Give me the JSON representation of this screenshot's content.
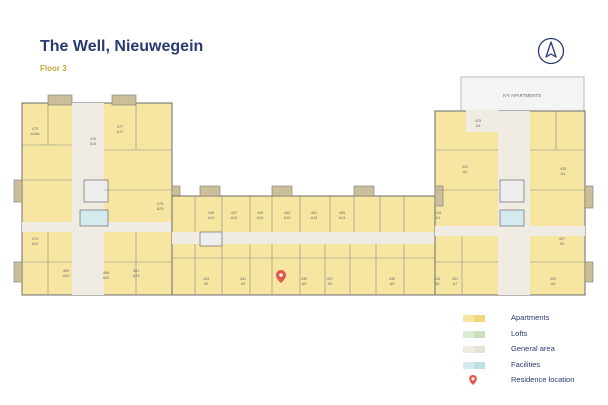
{
  "header": {
    "title": "The Well, Nieuwegein",
    "floor": "Floor 3"
  },
  "compass_icon": "north-arrow-icon",
  "map": {
    "courtyard_label": "IVY APARTMENTS",
    "apartments": [
      {
        "num": "473",
        "code": "A16A"
      },
      {
        "num": "475",
        "code": "A16"
      },
      {
        "num": "477",
        "code": "A17"
      },
      {
        "num": "479",
        "code": "A23"
      },
      {
        "num": "471",
        "code": "A22"
      },
      {
        "num": "469",
        "code": "A20"
      },
      {
        "num": "465",
        "code": "A20"
      },
      {
        "num": "461",
        "code": "A24"
      },
      {
        "num": "445",
        "code": "A10"
      },
      {
        "num": "447",
        "code": "A10"
      },
      {
        "num": "449",
        "code": "A10"
      },
      {
        "num": "453",
        "code": "A10"
      },
      {
        "num": "451",
        "code": "A13"
      },
      {
        "num": "455",
        "code": "A13"
      },
      {
        "num": "443",
        "code": "A9"
      },
      {
        "num": "441",
        "code": "A9"
      },
      {
        "num": "439",
        "code": "A9"
      },
      {
        "num": "437",
        "code": "A9"
      },
      {
        "num": "435",
        "code": "A9"
      },
      {
        "num": "433",
        "code": "A6"
      },
      {
        "num": "431",
        "code": "A7"
      },
      {
        "num": "429",
        "code": "A6"
      },
      {
        "num": "427",
        "code": "A5"
      },
      {
        "num": "425",
        "code": "A4"
      },
      {
        "num": "423",
        "code": "A3"
      },
      {
        "num": "421",
        "code": "A2"
      },
      {
        "num": "419",
        "code": "A1"
      }
    ]
  },
  "legend": {
    "items": [
      {
        "label": "Apartments",
        "color_a": "#f6e6a2",
        "color_b": "#f2d77f"
      },
      {
        "label": "Lofts",
        "color_a": "#dcebd5",
        "color_b": "#c9e0bf"
      },
      {
        "label": "General area",
        "color_a": "#f1ece3",
        "color_b": "#e8e1d5"
      },
      {
        "label": "Facilities",
        "color_a": "#d4eaee",
        "color_b": "#bfe0e6"
      },
      {
        "label": "Residence location",
        "color_a": "#e4574b"
      }
    ]
  }
}
